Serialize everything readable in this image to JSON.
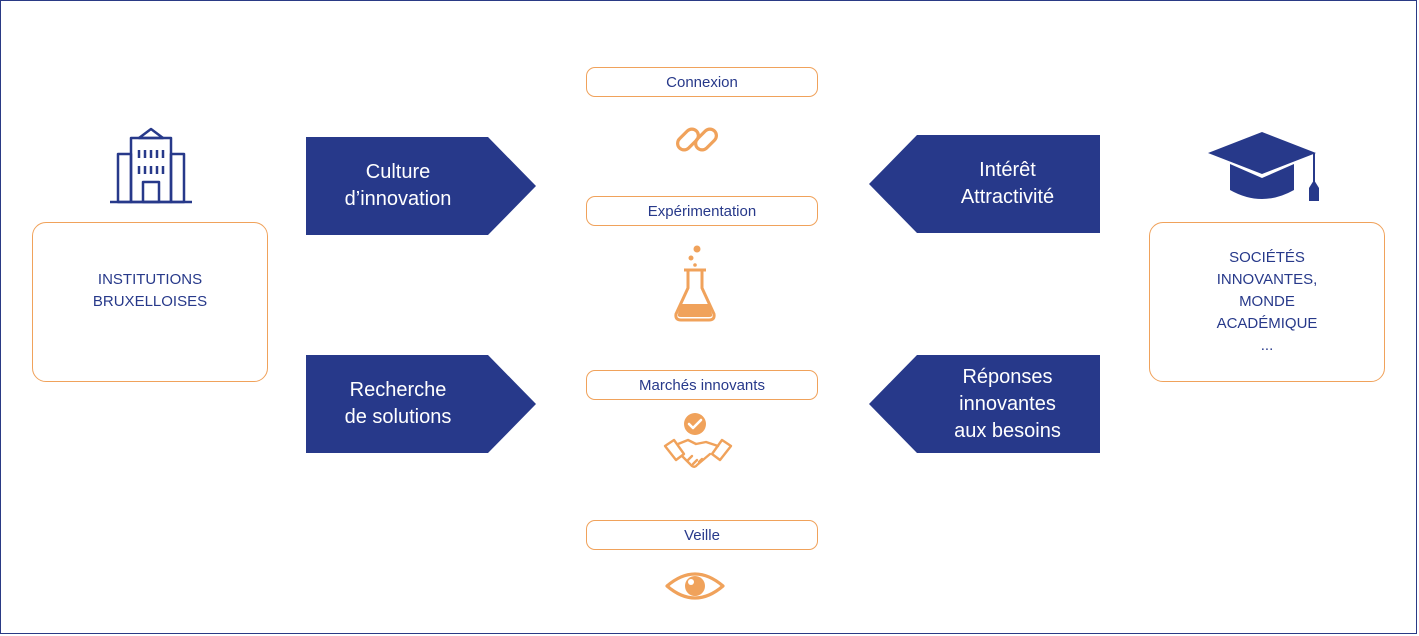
{
  "left_entity": {
    "lines": [
      "INSTITUTIONS",
      "BRUXELLOISES"
    ],
    "icon": "building-icon"
  },
  "right_entity": {
    "lines": [
      "SOCIÉTÉS",
      "INNOVANTES,",
      "MONDE",
      "ACADÉMIQUE",
      "..."
    ],
    "icon": "graduation-cap-icon"
  },
  "arrows_right": [
    {
      "lines": [
        "Culture",
        "d’innovation"
      ]
    },
    {
      "lines": [
        "Recherche",
        "de solutions"
      ]
    }
  ],
  "arrows_left": [
    {
      "lines": [
        "Intérêt",
        "Attractivité"
      ]
    },
    {
      "lines": [
        "Réponses",
        "innovantes",
        "aux besoins"
      ]
    }
  ],
  "stages": [
    {
      "label": "Connexion",
      "icon": "chain-link-icon"
    },
    {
      "label": "Expérimentation",
      "icon": "flask-icon"
    },
    {
      "label": "Marchés innovants",
      "icon": "handshake-check-icon"
    },
    {
      "label": "Veille",
      "icon": "eye-icon"
    }
  ],
  "colors": {
    "navy": "#27398a",
    "orange": "#f0a25b",
    "frame": "#2a3a85"
  }
}
